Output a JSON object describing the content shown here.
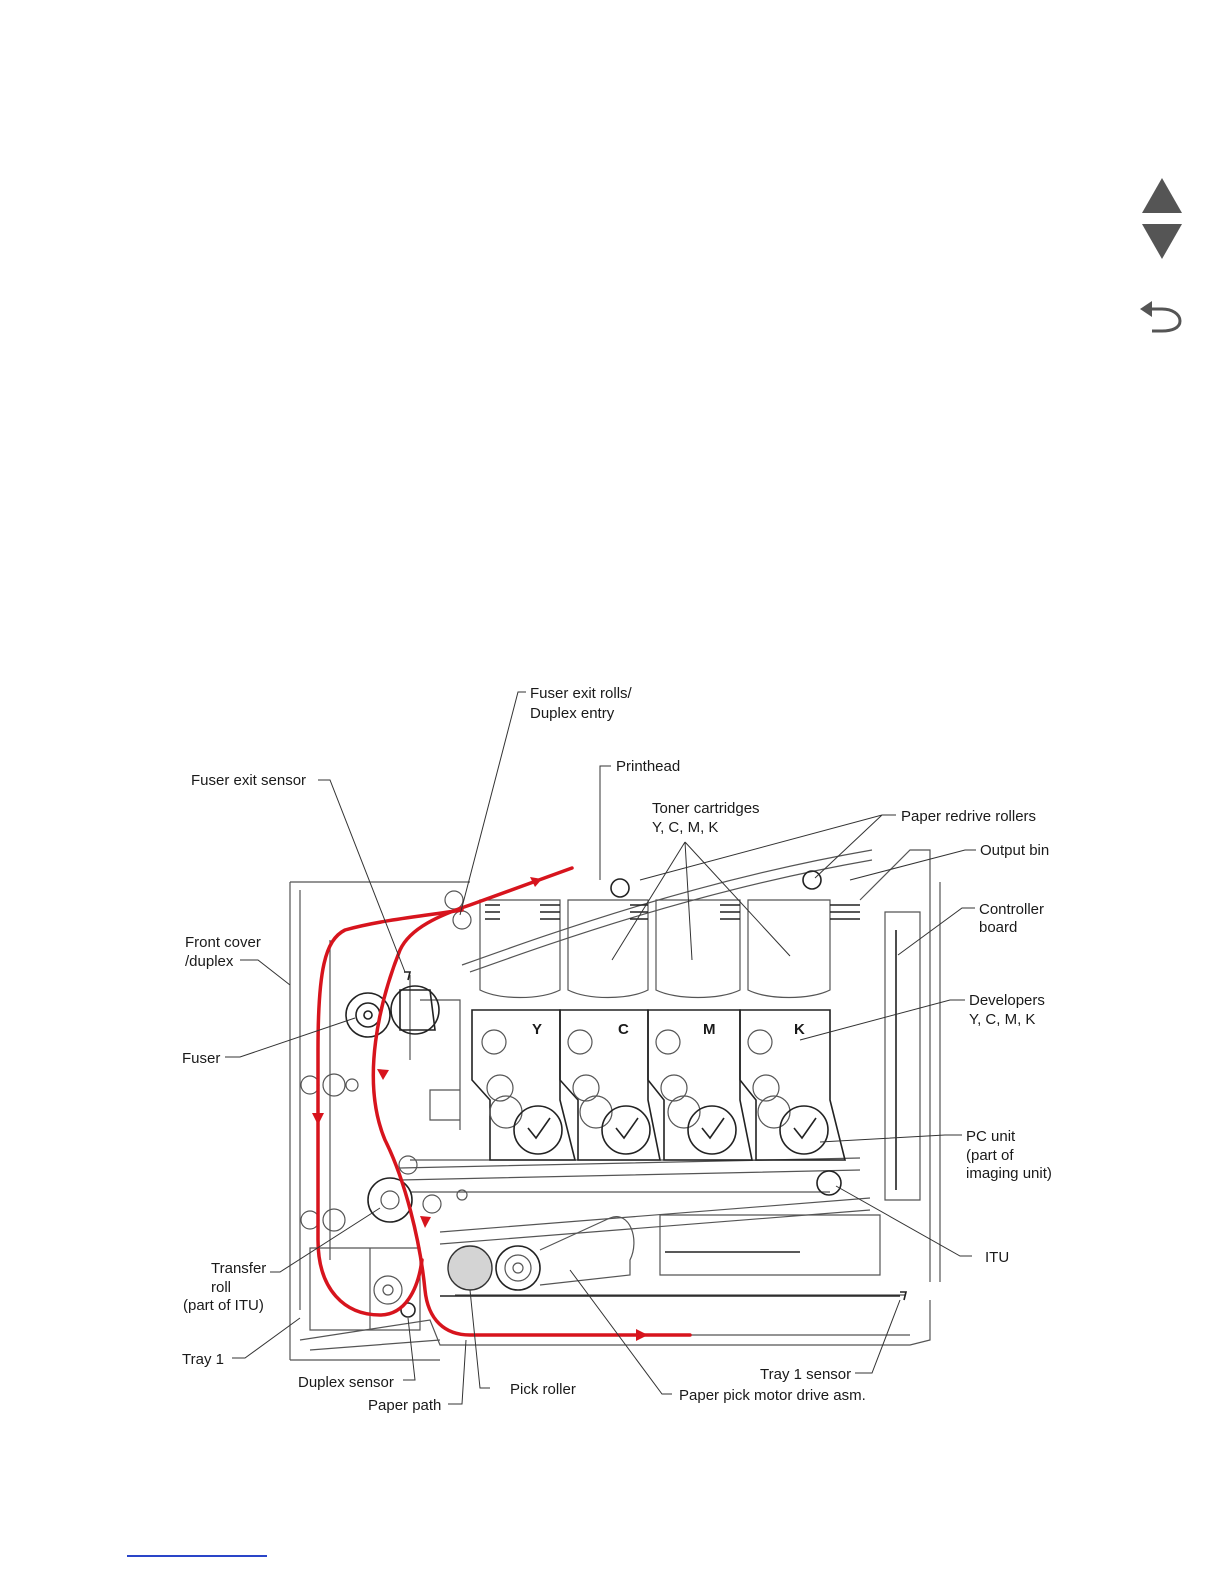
{
  "nav": {
    "prev_icon": "triangle-up-icon",
    "next_icon": "triangle-down-icon",
    "back_icon": "return-arrow-icon",
    "color": "#555555"
  },
  "labels": {
    "fuser_exit_rolls_1": "Fuser exit rolls/",
    "fuser_exit_rolls_2": "Duplex entry",
    "printhead": "Printhead",
    "fuser_exit_sensor": "Fuser exit sensor",
    "toner_1": "Toner cartridges",
    "toner_2": "Y, C, M, K",
    "paper_redrive": "Paper redrive rollers",
    "output_bin": "Output bin",
    "front_cover_1": "Front cover",
    "front_cover_2": "/duplex",
    "controller_1": "Controller",
    "controller_2": "board",
    "fuser": "Fuser",
    "developers_1": "Developers",
    "developers_2": "Y, C, M, K",
    "pc_unit_1": "PC unit",
    "pc_unit_2": "(part of",
    "pc_unit_3": "imaging unit)",
    "transfer_1": "Transfer",
    "transfer_2": "roll",
    "transfer_3": "(part of ITU)",
    "itu": "ITU",
    "tray1": "Tray 1",
    "duplex_sensor": "Duplex sensor",
    "paper_path": "Paper path",
    "pick_roller": "Pick roller",
    "tray1_sensor": "Tray 1 sensor",
    "paper_pick_motor": "Paper pick motor drive asm."
  },
  "cartridge_letters": [
    "Y",
    "C",
    "M",
    "K"
  ],
  "colors": {
    "paper_path": "#d7141d",
    "link": "#2a45c8"
  }
}
